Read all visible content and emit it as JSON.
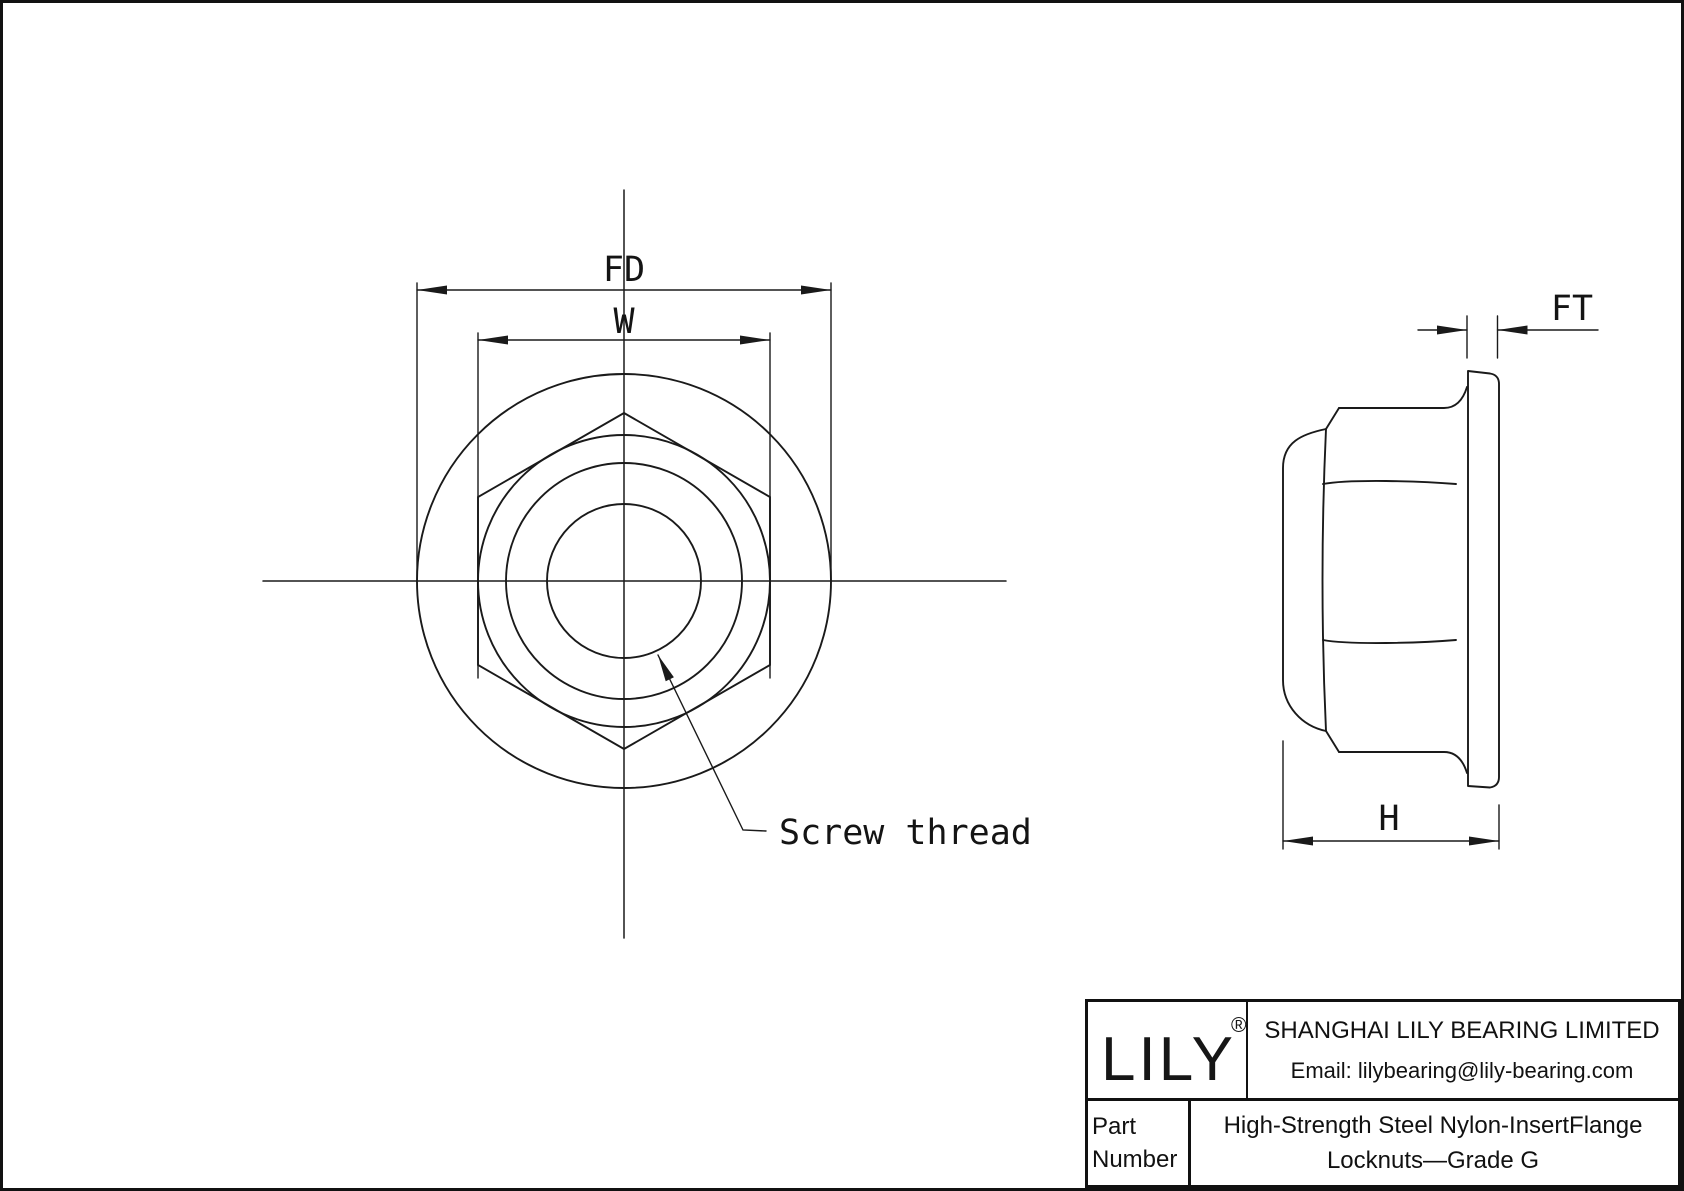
{
  "sheet": {
    "background": "#ffffff",
    "line_color": "#1a1a1a"
  },
  "front_view": {
    "fd_label": "FD",
    "w_label": "W",
    "screw_thread_label": "Screw thread"
  },
  "side_view": {
    "ft_label": "FT",
    "h_label": "H"
  },
  "title_block": {
    "logo_text": "LILY",
    "registered_symbol": "®",
    "company_name": "SHANGHAI LILY BEARING LIMITED",
    "email": "Email: lilybearing@lily-bearing.com",
    "part_label_line1": "Part",
    "part_label_line2": "Number",
    "description_line1": "High-Strength Steel Nylon-InsertFlange",
    "description_line2": "Locknuts—Grade G"
  }
}
